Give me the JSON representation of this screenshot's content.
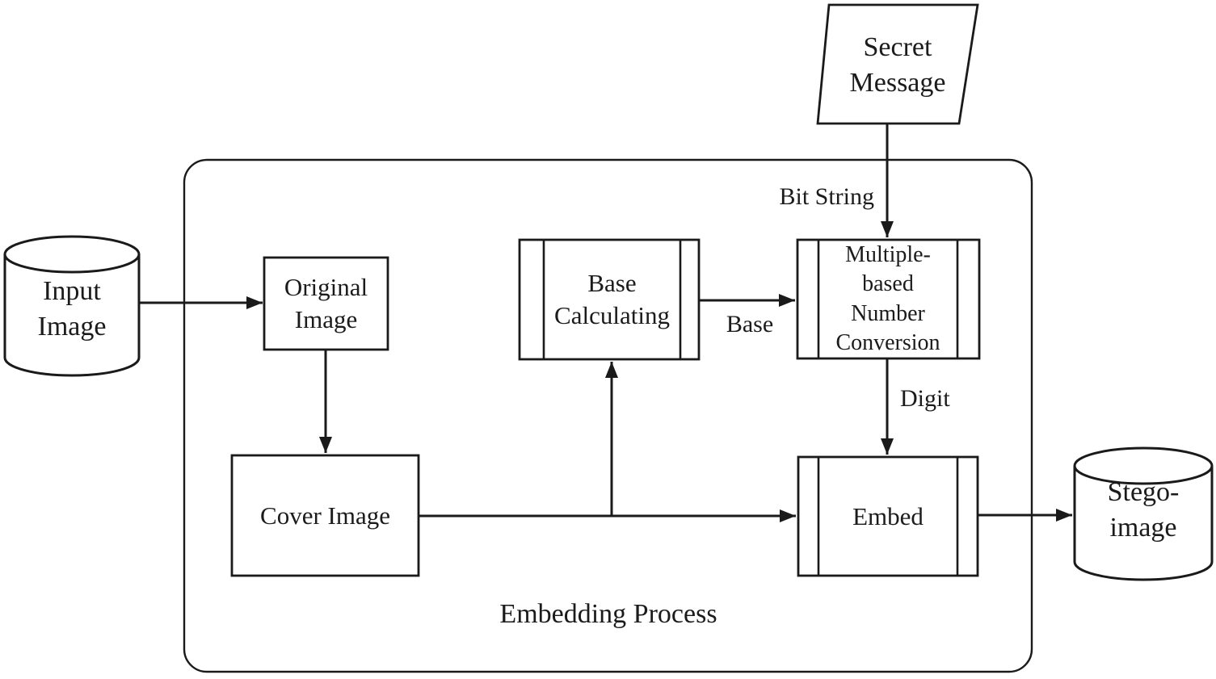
{
  "diagram": {
    "title": "Embedding Process",
    "nodes": {
      "input_image": {
        "label": "Input\nImage",
        "shape": "cylinder"
      },
      "secret_message": {
        "label": "Secret\nMessage",
        "shape": "parallelogram"
      },
      "original_image": {
        "label": "Original\nImage",
        "shape": "rectangle"
      },
      "base_calculating": {
        "label": "Base\nCalculating",
        "shape": "predefined-process"
      },
      "number_conversion": {
        "label": "Multiple-\nbased\nNumber\nConversion",
        "shape": "predefined-process"
      },
      "cover_image": {
        "label": "Cover Image",
        "shape": "rectangle"
      },
      "embed": {
        "label": "Embed",
        "shape": "predefined-process"
      },
      "stego_image": {
        "label": "Stego-\nimage",
        "shape": "cylinder"
      }
    },
    "edge_labels": {
      "bit_string": "Bit String",
      "base": "Base",
      "digit": "Digit"
    },
    "colors": {
      "stroke": "#1a1a1a",
      "text": "#1b1b1b",
      "background": "#ffffff"
    }
  }
}
